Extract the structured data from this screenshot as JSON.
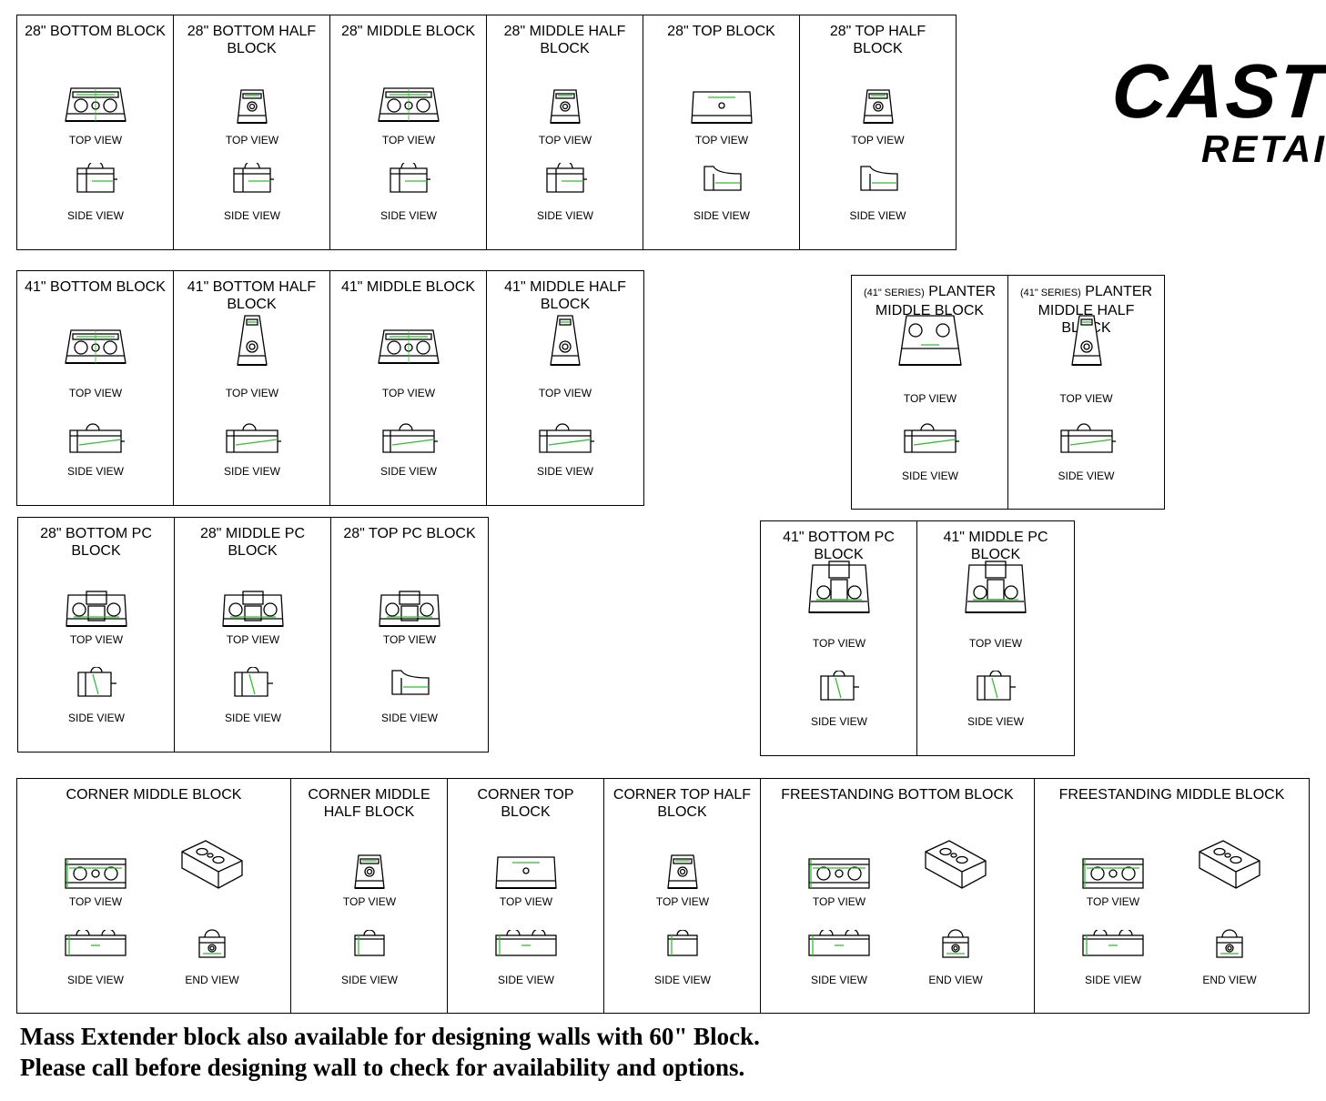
{
  "brand": {
    "line1": "CASTLE",
    "line2": "RETAI"
  },
  "labels": {
    "top": "TOP VIEW",
    "side": "SIDE VIEW",
    "end": "END VIEW"
  },
  "rows": {
    "row1": [
      {
        "title": "28\" BOTTOM BLOCK",
        "top": "bottom",
        "side": "bottom"
      },
      {
        "title": "28\" BOTTOM HALF BLOCK",
        "top": "half",
        "side": "bottom"
      },
      {
        "title": "28\" MIDDLE BLOCK",
        "top": "middle",
        "side": "middle"
      },
      {
        "title": "28\" MIDDLE HALF BLOCK",
        "top": "half",
        "side": "middle"
      },
      {
        "title": "28\" TOP BLOCK",
        "top": "topblock",
        "side": "top"
      },
      {
        "title": "28\" TOP HALF BLOCK",
        "top": "half",
        "side": "top"
      }
    ],
    "row2": [
      {
        "title": "41\" BOTTOM BLOCK",
        "top": "bottom",
        "side": "long"
      },
      {
        "title": "41\" BOTTOM HALF BLOCK",
        "top": "tallhalf",
        "side": "long"
      },
      {
        "title": "41\" MIDDLE BLOCK",
        "top": "middle",
        "side": "long"
      },
      {
        "title": "41\" MIDDLE HALF BLOCK",
        "top": "tallhalf",
        "side": "long"
      }
    ],
    "planter": [
      {
        "title_small": "(41\" SERIES)",
        "title": "PLANTER MIDDLE BLOCK",
        "top": "planter",
        "side": "planter"
      },
      {
        "title_small": "(41\" SERIES)",
        "title": "PLANTER MIDDLE HALF BLOCK",
        "top": "tallhalf",
        "side": "planter"
      }
    ],
    "row3": [
      {
        "title": "28\" BOTTOM PC BLOCK",
        "top": "pc",
        "side": "pc"
      },
      {
        "title": "28\" MIDDLE PC BLOCK",
        "top": "pc",
        "side": "pc"
      },
      {
        "title": "28\" TOP PC BLOCK",
        "top": "pctop",
        "side": "pctop"
      }
    ],
    "pc41": [
      {
        "title": "41\" BOTTOM PC BLOCK",
        "top": "pc41",
        "side": "pc41"
      },
      {
        "title": "41\" MIDDLE PC BLOCK",
        "top": "pc41",
        "side": "pc41"
      }
    ],
    "row4": [
      {
        "title": "CORNER MIDDLE BLOCK",
        "top": "corner",
        "side": "corner",
        "iso": true,
        "end": true
      },
      {
        "title": "CORNER MIDDLE HALF BLOCK",
        "top": "cornerhalf",
        "side": "cornerhalf"
      },
      {
        "title": "CORNER TOP BLOCK",
        "top": "cornertop",
        "side": "cornertop"
      },
      {
        "title": "CORNER TOP  HALF BLOCK",
        "top": "cornerhalf",
        "side": "cornerhalf"
      },
      {
        "title": "FREESTANDING BOTTOM BLOCK",
        "top": "free",
        "side": "free",
        "iso": true,
        "end": true
      },
      {
        "title": "FREESTANDING MIDDLE BLOCK",
        "top": "free",
        "side": "free",
        "iso": true,
        "end": true
      }
    ]
  },
  "footnote": {
    "line1": "Mass Extender block also available for designing walls with 60\" Block.",
    "line2": "Please call before designing wall to check for availability and options."
  }
}
